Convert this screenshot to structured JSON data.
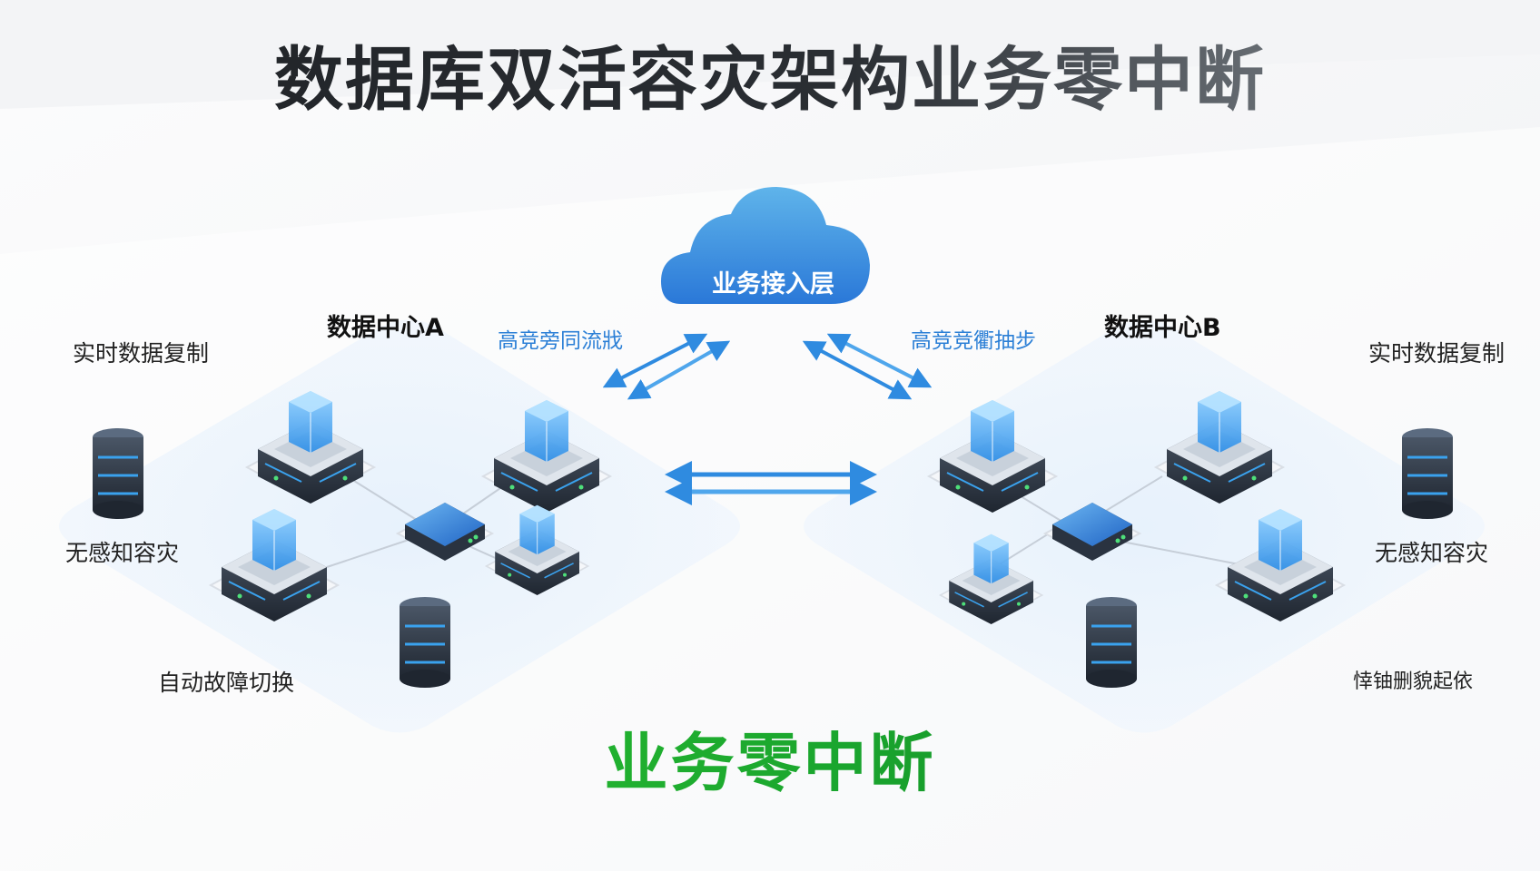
{
  "title": "数据库双活容灾架构业务零中断",
  "cloud": {
    "label": "业务接入层"
  },
  "datacenters": {
    "a": {
      "name": "数据中心A",
      "link_label": "高竞旁同流戕"
    },
    "b": {
      "name": "数据中心B",
      "link_label": "高竞竞衢抽步"
    }
  },
  "left_features": [
    "实时数据复制",
    "无感知容灾",
    "自动故障切换"
  ],
  "right_features": [
    "实时数据复制",
    "无感知容灾",
    "悻铀删貌起依"
  ],
  "bottom_banner": "业务零中断",
  "colors": {
    "accent_blue": "#2f8be0",
    "cloud_top": "#5fb4ea",
    "cloud_bottom": "#2a78d8",
    "banner_green": "#1aa52e",
    "title_dark": "#23262a"
  }
}
